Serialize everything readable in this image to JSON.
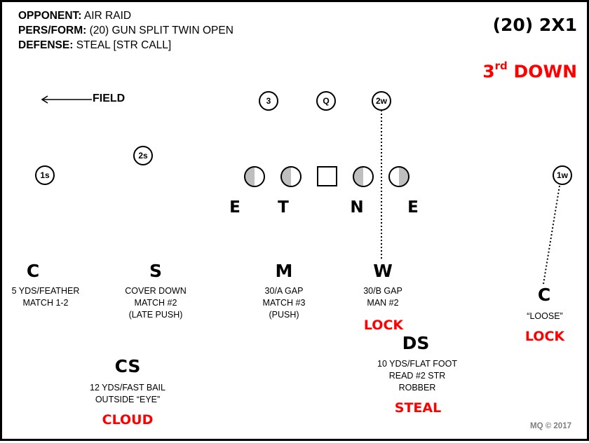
{
  "header": {
    "opponent_label": "OPPONENT:",
    "opponent_value": "AIR RAID",
    "pers_label": "PERS/FORM:",
    "pers_value": "(20) GUN SPLIT TWIN OPEN",
    "defense_label": "DEFENSE:",
    "defense_value": "STEAL [STR CALL]"
  },
  "formation_title": "(20) 2X1",
  "down": {
    "number": "3",
    "suffix": "rd",
    "word": "DOWN"
  },
  "field_label": "FIELD",
  "offense": {
    "receiver_3": "3",
    "qb": "Q",
    "receiver_2w": "2w",
    "receiver_2s": "2s",
    "receiver_1s": "1s",
    "receiver_1w": "1w"
  },
  "front": {
    "e_left": "E",
    "t": "T",
    "n": "N",
    "e_right": "E"
  },
  "defenders": {
    "c_left": {
      "letter": "C",
      "line1": "5 YDS/FEATHER",
      "line2": "MATCH 1-2"
    },
    "s": {
      "letter": "S",
      "line1": "COVER DOWN",
      "line2": "MATCH #2",
      "line3": "(LATE PUSH)"
    },
    "m": {
      "letter": "M",
      "line1": "30/A GAP",
      "line2": "MATCH #3",
      "line3": "(PUSH)"
    },
    "w": {
      "letter": "W",
      "line1": "30/B GAP",
      "line2": "MAN #2",
      "call": "LOCK"
    },
    "c_right": {
      "letter": "C",
      "line1": "“LOOSE”",
      "call": "LOCK"
    },
    "ds": {
      "letter": "DS",
      "line1": "10 YDS/FLAT FOOT",
      "line2": "READ #2 STR",
      "line3": "ROBBER",
      "call": "STEAL"
    },
    "cs": {
      "letter": "CS",
      "line1": "12 YDS/FAST BAIL",
      "line2": "OUTSIDE “EYE”",
      "call": "CLOUD"
    }
  },
  "copyright": "MQ © 2017",
  "colors": {
    "call": "#ff0000",
    "shade": "#bfbfbf",
    "copyright": "#7f7f7f"
  }
}
